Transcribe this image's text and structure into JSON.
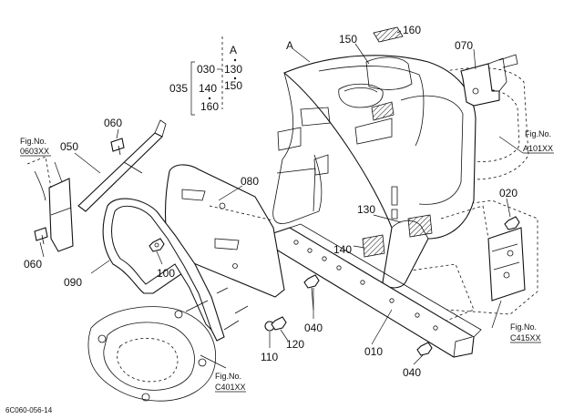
{
  "callouts": {
    "c010": "010",
    "c020": "020",
    "c035": "035",
    "c030": "030",
    "c040a": "040",
    "c040b": "040",
    "c050": "050",
    "c060a": "060",
    "c060b": "060",
    "c070": "070",
    "c080": "080",
    "c090": "090",
    "c100": "100",
    "c110": "110",
    "c120": "120",
    "c130a": "130",
    "c130b": "130",
    "c140a": "140",
    "c140b": "140",
    "c150a": "150",
    "c150b": "150",
    "c160a": "160",
    "c160b": "160"
  },
  "view_marks": {
    "a1": "A",
    "a2": "A"
  },
  "fig_refs": {
    "r1": {
      "label": "Fig.No.",
      "code": "0603XX"
    },
    "r2": {
      "label": "Fig.No.",
      "code": "A101XX"
    },
    "r3": {
      "label": "Fig.No.",
      "code": "C415XX"
    },
    "r4": {
      "label": "Fig.No.",
      "code": "C401XX"
    }
  },
  "drawing_code": "6C060-056-14"
}
